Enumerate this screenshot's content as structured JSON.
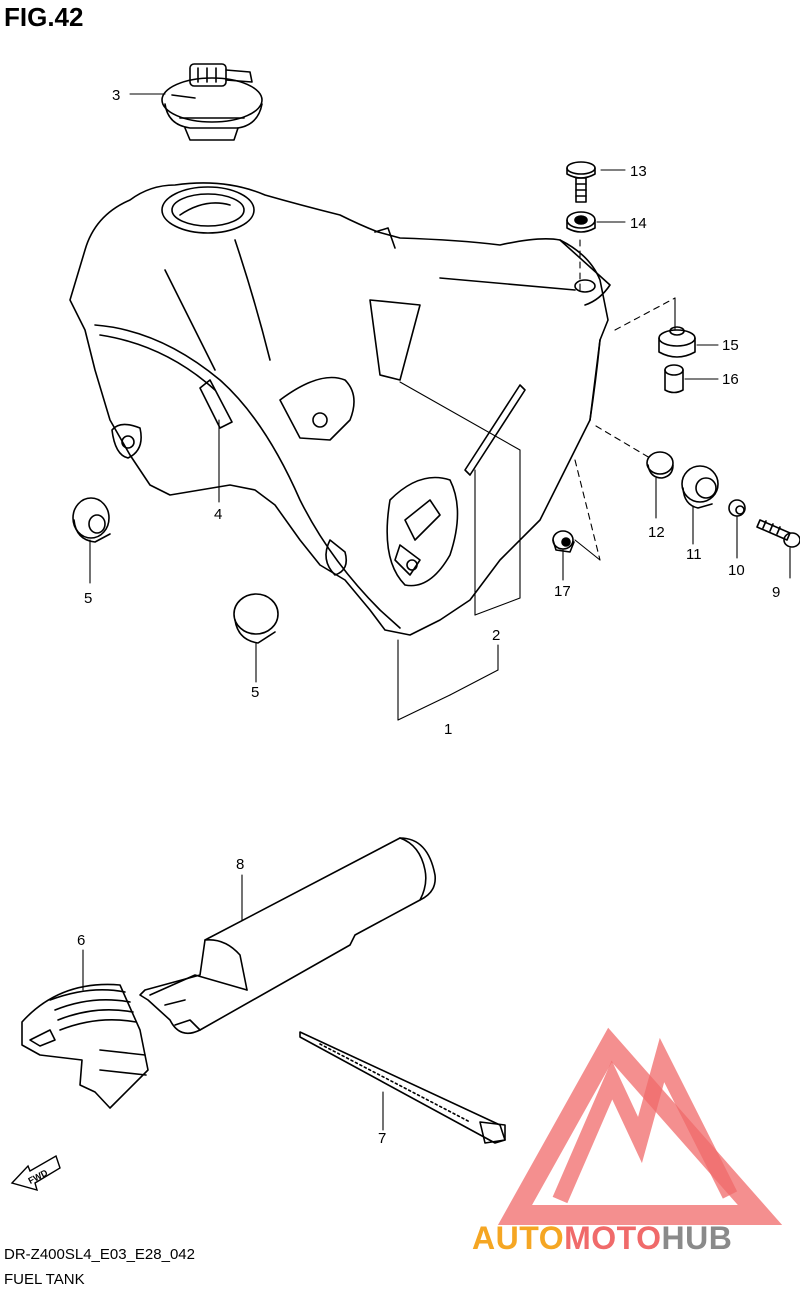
{
  "figure": {
    "title": "FIG.42"
  },
  "caption": {
    "model_code": "DR-Z400SL4_E03_E28_042",
    "assembly_name": "FUEL TANK"
  },
  "callouts": {
    "c1": "1",
    "c2": "2",
    "c3": "3",
    "c4": "4",
    "c5a": "5",
    "c5b": "5",
    "c6": "6",
    "c7": "7",
    "c8": "8",
    "c9": "9",
    "c10": "10",
    "c11": "11",
    "c12": "12",
    "c13": "13",
    "c14": "14",
    "c15": "15",
    "c16": "16",
    "c17": "17"
  },
  "fwd_arrow": {
    "label": "FWD"
  },
  "watermark": {
    "part1": "AUTO",
    "part2": "MOTO",
    "part3": "HUB",
    "color_orange": "#f5a623",
    "color_red": "#f06a6a",
    "color_gray": "#8a8a8a"
  }
}
